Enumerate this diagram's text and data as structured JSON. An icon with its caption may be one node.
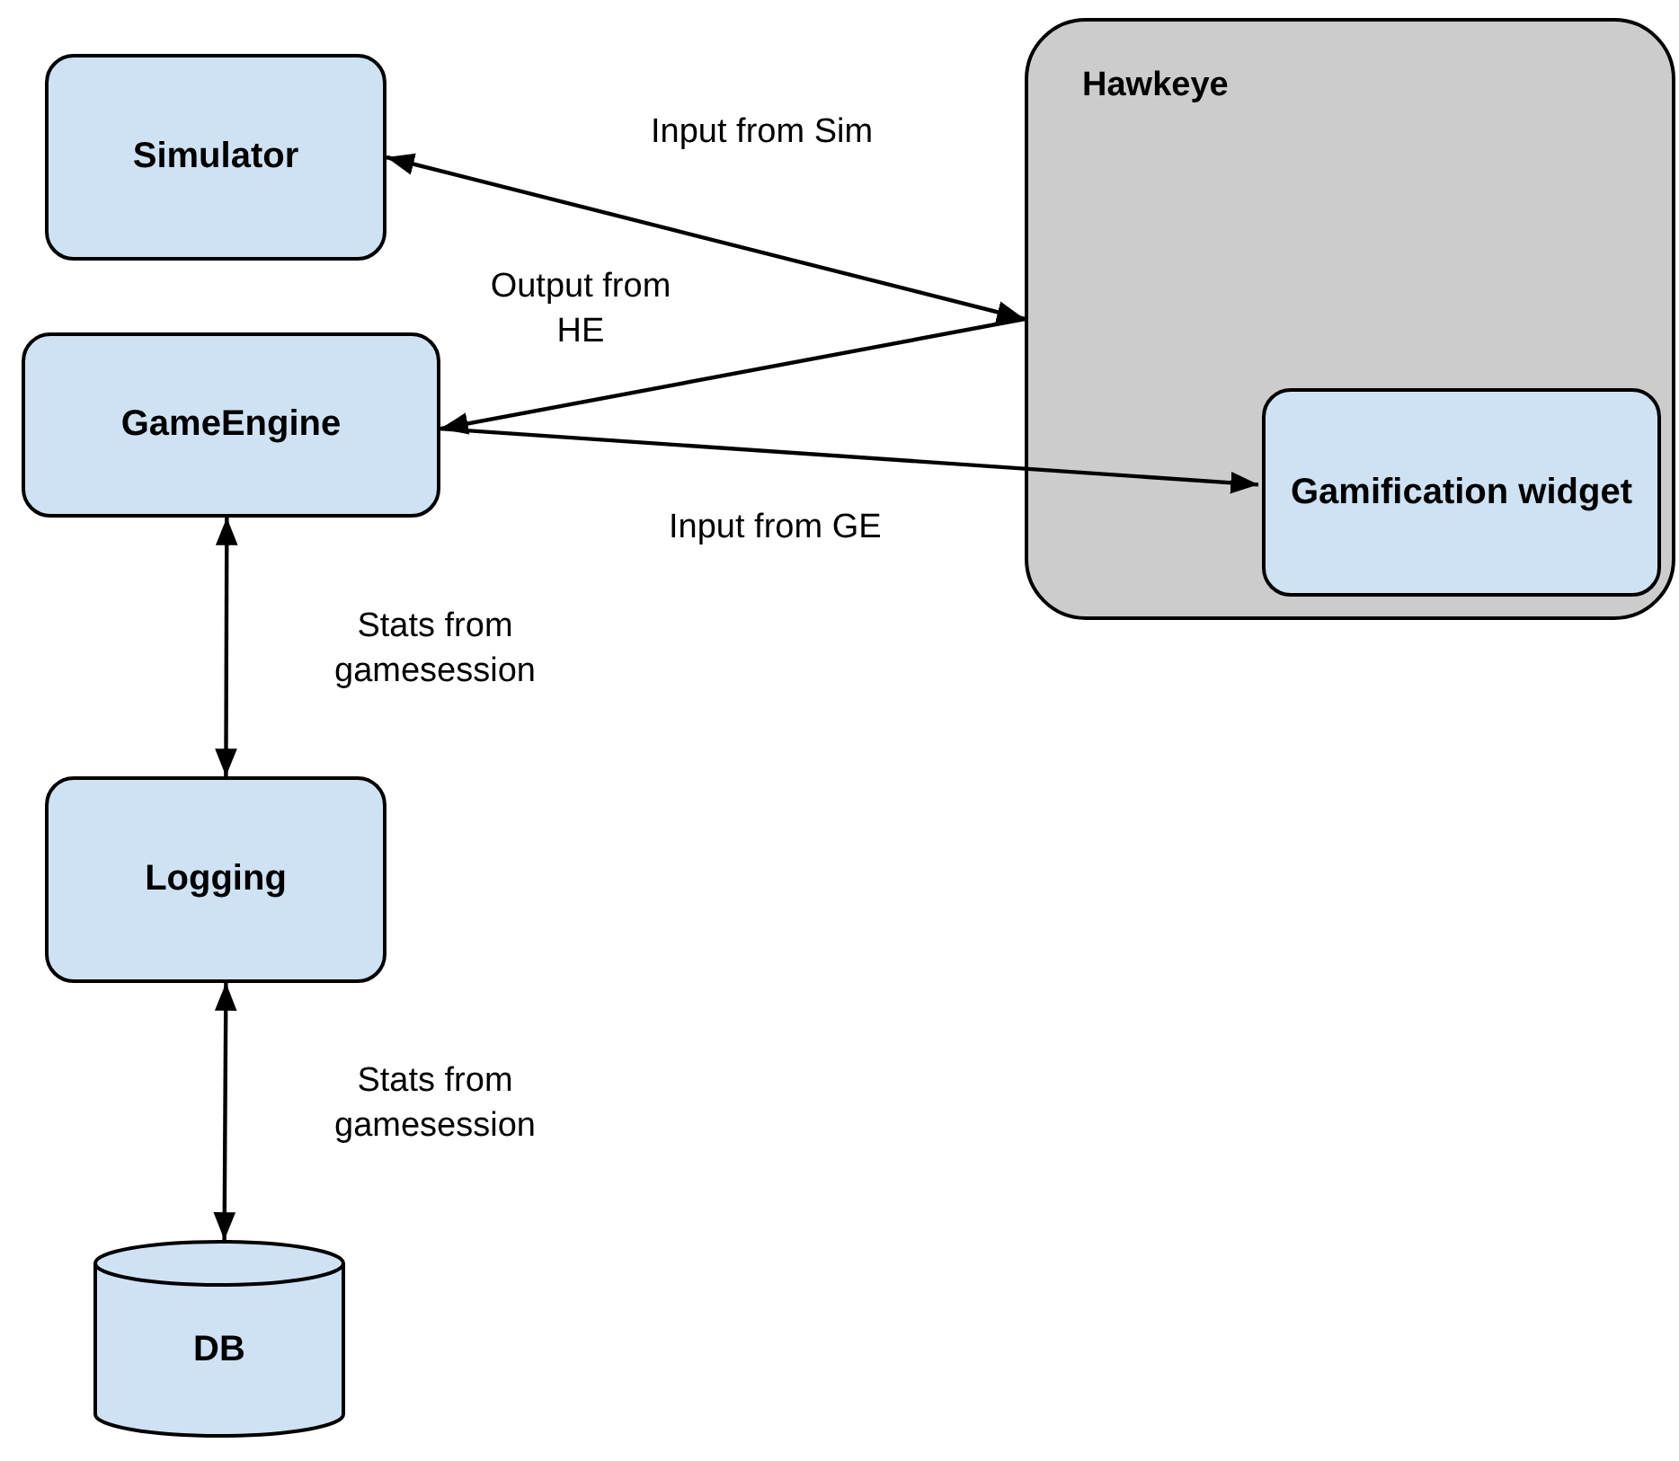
{
  "diagram": {
    "nodes": [
      {
        "text": [
          "Simulator"
        ]
      },
      {
        "text": [
          "GameEngine"
        ]
      },
      {
        "text": [
          "Logging"
        ]
      },
      {
        "text": [
          "DB"
        ]
      },
      {
        "text": [
          "Hawkeye"
        ]
      },
      {
        "text": [
          "Gamification widget"
        ],
        "in": 4
      }
    ],
    "edges": [
      {
        "from": 0,
        "to": 4,
        "arrow": "both",
        "label": "Input from Sim"
      },
      {
        "from": 4,
        "to": 1,
        "arrow": "to",
        "label": "Output from HE"
      },
      {
        "from": 1,
        "to": 5,
        "arrow": "to",
        "label": "Input from GE"
      },
      {
        "from": 1,
        "to": 2,
        "arrow": "both",
        "label": "Stats from gamesession"
      },
      {
        "from": 2,
        "to": 3,
        "arrow": "both",
        "label": "Stats from gamesession"
      }
    ]
  }
}
